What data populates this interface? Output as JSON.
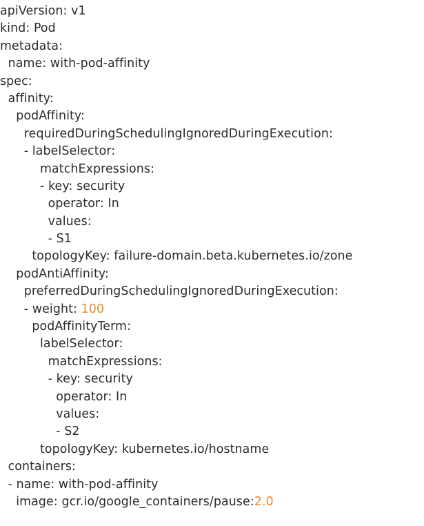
{
  "code": {
    "lines": [
      {
        "indent": 0,
        "text": "apiVersion: v1"
      },
      {
        "indent": 0,
        "text": "kind: Pod"
      },
      {
        "indent": 0,
        "text": "metadata:"
      },
      {
        "indent": 1,
        "text": "name: with-pod-affinity"
      },
      {
        "indent": 0,
        "text": "spec:"
      },
      {
        "indent": 1,
        "text": "affinity:"
      },
      {
        "indent": 2,
        "text": "podAffinity:"
      },
      {
        "indent": 3,
        "text": "requiredDuringSchedulingIgnoredDuringExecution:"
      },
      {
        "indent": 3,
        "text": "- labelSelector:"
      },
      {
        "indent": 5,
        "text": "matchExpressions:"
      },
      {
        "indent": 5,
        "text": "- key: security"
      },
      {
        "indent": 6,
        "text": "operator: In"
      },
      {
        "indent": 6,
        "text": "values:"
      },
      {
        "indent": 6,
        "text": "- S1"
      },
      {
        "indent": 4,
        "text": "topologyKey: failure-domain.beta.kubernetes.io/zone"
      },
      {
        "indent": 2,
        "text": "podAntiAffinity:"
      },
      {
        "indent": 3,
        "text": "preferredDuringSchedulingIgnoredDuringExecution:"
      },
      {
        "indent": 3,
        "text": "- weight: ",
        "value": "100"
      },
      {
        "indent": 4,
        "text": "podAffinityTerm:"
      },
      {
        "indent": 5,
        "text": "labelSelector:"
      },
      {
        "indent": 6,
        "text": "matchExpressions:"
      },
      {
        "indent": 6,
        "text": "- key: security"
      },
      {
        "indent": 7,
        "text": "operator: In"
      },
      {
        "indent": 7,
        "text": "values:"
      },
      {
        "indent": 7,
        "text": "- S2"
      },
      {
        "indent": 5,
        "text": "topologyKey: kubernetes.io/hostname"
      },
      {
        "indent": 1,
        "text": "containers:"
      },
      {
        "indent": 1,
        "text": "- name: with-pod-affinity"
      },
      {
        "indent": 2,
        "text": "image: gcr.io/google_containers/pause:",
        "value": "2.0"
      }
    ]
  },
  "colors": {
    "text": "#2b2b2b",
    "number": "#e6892a",
    "background": "#ffffff"
  }
}
